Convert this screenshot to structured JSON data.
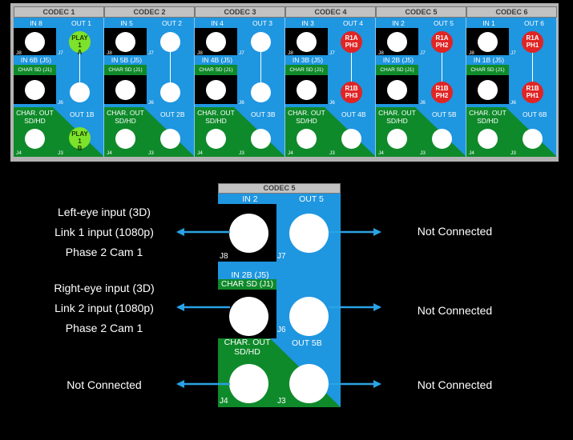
{
  "panel": {
    "codecs": [
      {
        "title": "CODEC 1",
        "in": "IN 8",
        "out": "OUT 1",
        "in_b": "IN 6B (J5)",
        "char_sd": "CHAR SD (J1)",
        "char_out": "CHAR. OUT SD/HD",
        "out_b": "OUT 1B",
        "badge_top": {
          "text": "PLAY 1 A",
          "color": "green"
        },
        "badge_mid": null,
        "badge_bot": {
          "text": "PLAY 1 B",
          "color": "green"
        }
      },
      {
        "title": "CODEC 2",
        "in": "IN 5",
        "out": "OUT 2",
        "in_b": "IN 5B (J5)",
        "char_sd": "CHAR SD (J1)",
        "char_out": "CHAR. OUT SD/HD",
        "out_b": "OUT 2B",
        "badge_top": null,
        "badge_mid": null,
        "badge_bot": null
      },
      {
        "title": "CODEC 3",
        "in": "IN 4",
        "out": "OUT 3",
        "in_b": "IN 4B (J5)",
        "char_sd": "CHAR SD (J1)",
        "char_out": "CHAR. OUT SD/HD",
        "out_b": "OUT 3B",
        "badge_top": null,
        "badge_mid": null,
        "badge_bot": null
      },
      {
        "title": "CODEC 4",
        "in": "IN 3",
        "out": "OUT 4",
        "in_b": "IN 3B (J5)",
        "char_sd": "CHAR SD (J1)",
        "char_out": "CHAR. OUT SD/HD",
        "out_b": "OUT 4B",
        "badge_top": {
          "text": "R1A PH3",
          "color": "red"
        },
        "badge_mid": {
          "text": "R1B PH3",
          "color": "red"
        },
        "badge_bot": null
      },
      {
        "title": "CODEC 5",
        "in": "IN 2",
        "out": "OUT 5",
        "in_b": "IN 2B (J5)",
        "char_sd": "CHAR SD (J1)",
        "char_out": "CHAR. OUT SD/HD",
        "out_b": "OUT 5B",
        "badge_top": {
          "text": "R1A PH2",
          "color": "red"
        },
        "badge_mid": {
          "text": "R1B PH2",
          "color": "red"
        },
        "badge_bot": null
      },
      {
        "title": "CODEC 6",
        "in": "IN 1",
        "out": "OUT 6",
        "in_b": "IN 1B (J5)",
        "char_sd": "CHAR SD (J1)",
        "char_out": "CHAR. OUT SD/HD",
        "out_b": "OUT 6B",
        "badge_top": {
          "text": "R1A PH1",
          "color": "red"
        },
        "badge_mid": {
          "text": "R1B PH1",
          "color": "red"
        },
        "badge_bot": null
      }
    ],
    "jack_labels": {
      "j8": "J8",
      "j7": "J7",
      "j6": "J6",
      "j4": "J4",
      "j3": "J3"
    }
  },
  "detail": {
    "title": "CODEC 5",
    "in": "IN 2",
    "out": "OUT 5",
    "in_b": "IN 2B (J5)",
    "char_sd": "CHAR SD (J1)",
    "char_out_1": "CHAR. OUT",
    "char_out_2": "SD/HD",
    "out_b": "OUT 5B",
    "j8": "J8",
    "j7": "J7",
    "j6": "J6",
    "j4": "J4",
    "j3": "J3"
  },
  "annotations": {
    "left_top": [
      "Left-eye input (3D)",
      "Link 1 input (1080p)",
      "Phase 2 Cam 1"
    ],
    "left_mid": [
      "Right-eye input (3D)",
      "Link 2 input (1080p)",
      "Phase 2 Cam 1"
    ],
    "left_bot": "Not Connected",
    "right_top": "Not Connected",
    "right_mid": "Not Connected",
    "right_bot": "Not Connected"
  },
  "colors": {
    "panel_bg": "#b4b4b4",
    "codec_blue": "#1f96e0",
    "char_green": "#0f8a2a",
    "badge_red": "#e02424",
    "badge_green": "#7de22a",
    "arrow": "#29a3e6"
  }
}
